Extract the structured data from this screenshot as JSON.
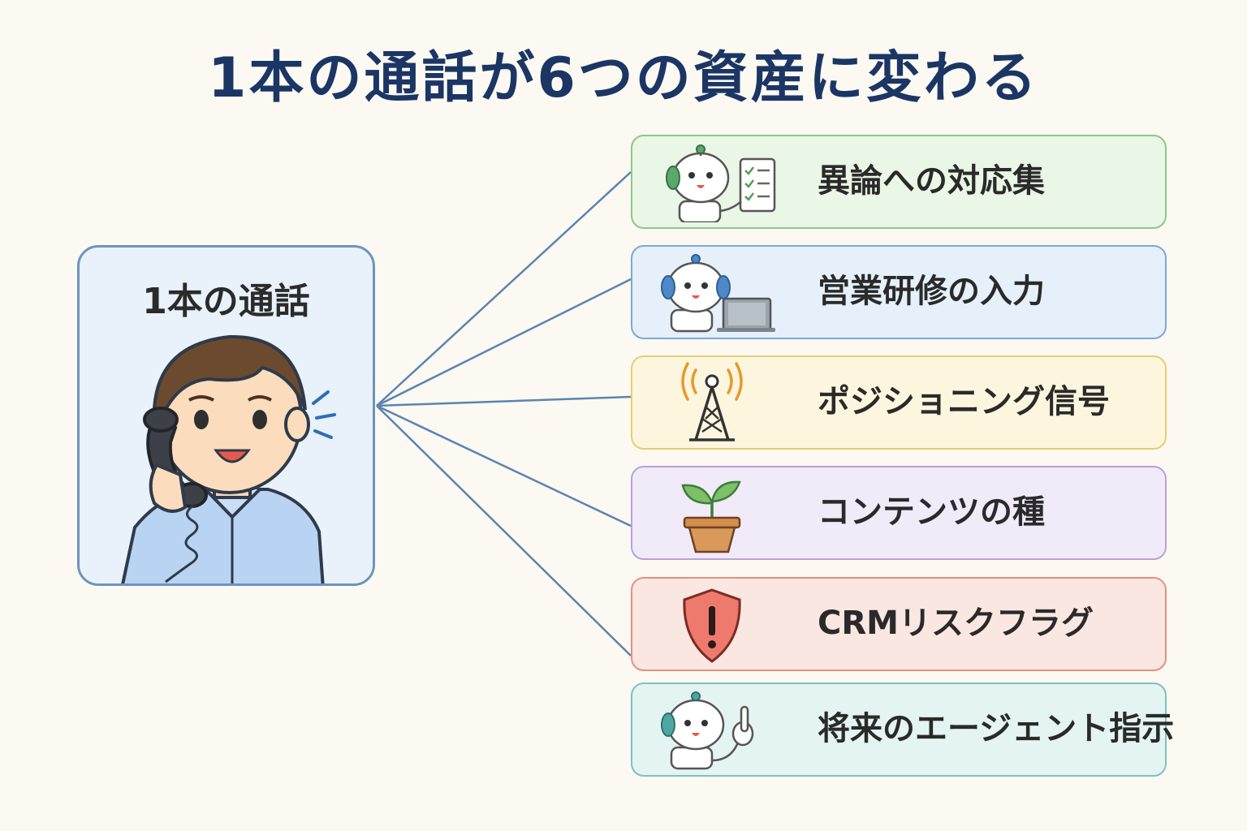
{
  "title": "1本の通話が6つの資産に変わる",
  "source": {
    "label": "1本の通話",
    "icon": "person-on-phone-icon"
  },
  "assets": [
    {
      "label": "異論への対応集",
      "icon": "robot-checklist-icon",
      "border": "#8cc98b",
      "background": "#eaf6e6"
    },
    {
      "label": "営業研修の入力",
      "icon": "robot-laptop-icon",
      "border": "#7ea8d6",
      "background": "#e6f0fb"
    },
    {
      "label": "ポジショニング信号",
      "icon": "signal-tower-icon",
      "border": "#e8cd6e",
      "background": "#fdf6de"
    },
    {
      "label": "コンテンツの種",
      "icon": "sprout-pot-icon",
      "border": "#b9a2d6",
      "background": "#f1eaf8"
    },
    {
      "label": "CRMリスクフラグ",
      "icon": "warning-shield-icon",
      "border": "#e4917f",
      "background": "#fbe7e1"
    },
    {
      "label": "将来のエージェント指示",
      "icon": "robot-pointing-icon",
      "border": "#7bc2c0",
      "background": "#e4f4f3"
    }
  ],
  "colors": {
    "title": "#1b3664",
    "connector": "#5b84b1",
    "source_border": "#6f94bd",
    "source_background": "#e9f2fb"
  }
}
